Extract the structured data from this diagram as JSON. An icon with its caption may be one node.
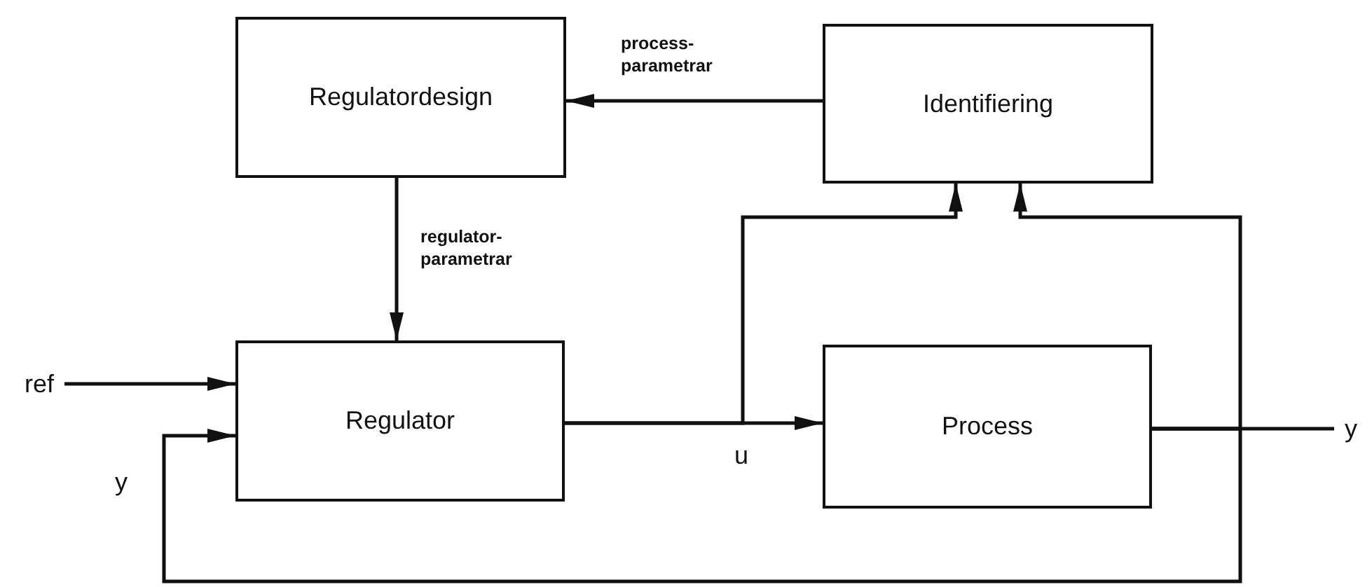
{
  "diagram": {
    "nodes": [
      {
        "text": [
          "Regulatordesign"
        ]
      },
      {
        "text": [
          "Identifiering"
        ]
      },
      {
        "text": [
          "Regulator"
        ]
      },
      {
        "text": [
          "Process"
        ]
      },
      {
        "text": [
          "ref"
        ]
      },
      {
        "text": [
          "y"
        ]
      }
    ],
    "edges": [
      {
        "from": 1,
        "to": 0,
        "arrow": "to",
        "label": "process- parametrar"
      },
      {
        "from": 0,
        "to": 2,
        "arrow": "to",
        "label": "regulator- parametrar"
      },
      {
        "from": 4,
        "to": 2,
        "arrow": "to"
      },
      {
        "from": 2,
        "to": 3,
        "arrow": "to",
        "label": "u"
      },
      {
        "from": 2,
        "to": 1,
        "arrow": "to"
      },
      {
        "from": 3,
        "to": 5,
        "arrow": "none"
      },
      {
        "from": 3,
        "to": 1,
        "arrow": "to"
      },
      {
        "from": 3,
        "to": 2,
        "arrow": "to",
        "label": "y"
      }
    ]
  }
}
